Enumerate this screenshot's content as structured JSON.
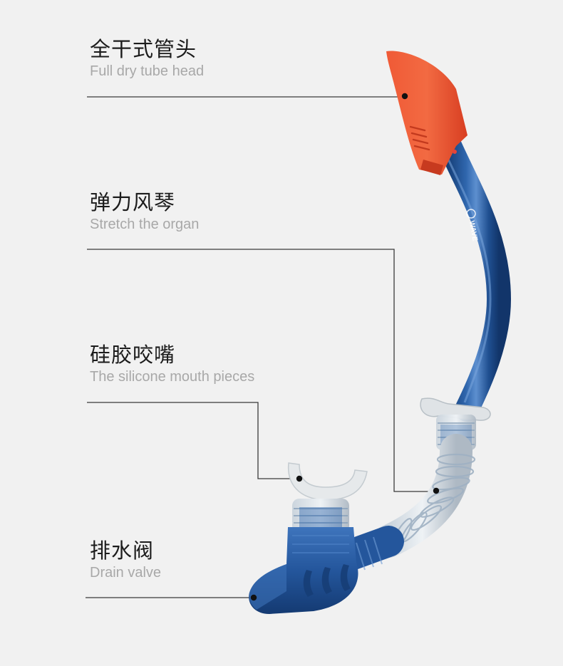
{
  "labels": [
    {
      "cn": "全干式管头",
      "en": "Full dry tube head"
    },
    {
      "cn": "弹力风琴",
      "en": "Stretch the organ"
    },
    {
      "cn": "硅胶咬嘴",
      "en": "The silicone mouth pieces"
    },
    {
      "cn": "排水阀",
      "en": "Drain valve"
    }
  ],
  "logo": {
    "text": "WAVE"
  },
  "colors": {
    "background": "#f1f1f1",
    "tube_blue": "#1d4f8f",
    "head_red": "#ef4a2a",
    "leader_line": "#3a3a3a"
  }
}
